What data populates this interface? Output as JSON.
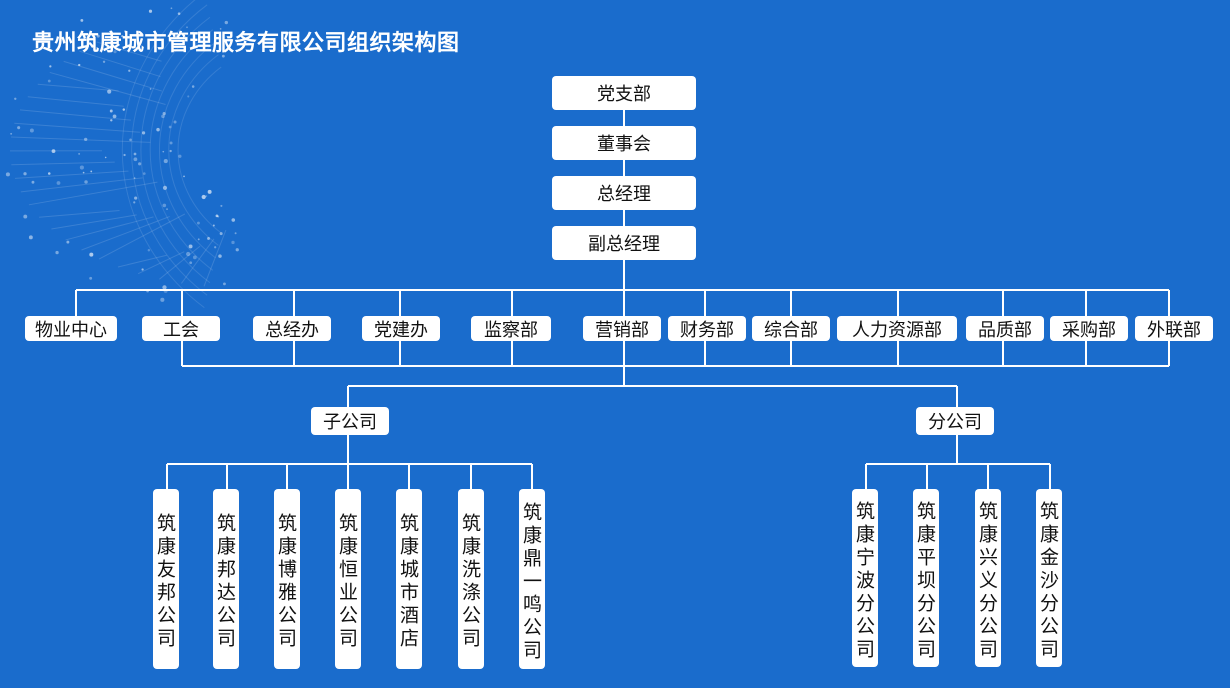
{
  "title": "贵州筑康城市管理服务有限公司组织架构图",
  "colors": {
    "background": "#1a6ccc",
    "node": "#ffffff",
    "line": "#ffffff",
    "text": "#111111"
  },
  "chain": [
    "党支部",
    "董事会",
    "总经理",
    "副总经理"
  ],
  "departments": [
    "物业中心",
    "工会",
    "总经办",
    "党建办",
    "监察部",
    "营销部",
    "财务部",
    "综合部",
    "人力资源部",
    "品质部",
    "采购部",
    "外联部"
  ],
  "subsidiary": {
    "label": "子公司",
    "children": [
      "筑康友邦公司",
      "筑康邦达公司",
      "筑康博雅公司",
      "筑康恒业公司",
      "筑康城市酒店",
      "筑康洗涤公司",
      "筑康鼎一鸣公司"
    ]
  },
  "branch": {
    "label": "分公司",
    "children": [
      "筑康宁波分公司",
      "筑康平坝分公司",
      "筑康兴义分公司",
      "筑康金沙分公司"
    ]
  }
}
